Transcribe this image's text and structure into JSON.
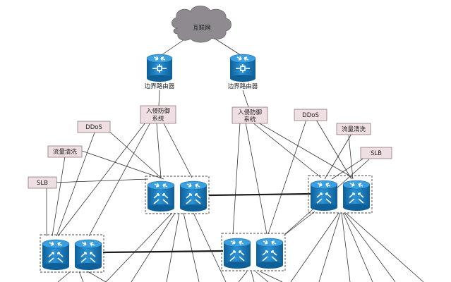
{
  "internet": {
    "label": "互联网",
    "color": "#8e8a8f"
  },
  "border_routers": [
    {
      "label": "边界路由器"
    },
    {
      "label": "边界路由器"
    }
  ],
  "ids_boxes": [
    {
      "line1": "入侵防御",
      "line2": "系统"
    },
    {
      "line1": "入侵防御",
      "line2": "系统"
    }
  ],
  "service_boxes": [
    {
      "label": "DDoS"
    },
    {
      "label": "流量清洗"
    },
    {
      "label": "SLB"
    },
    {
      "label": "DDoS"
    },
    {
      "label": "流量清洗"
    },
    {
      "label": "SLB"
    }
  ],
  "device_color": "#1a7fc1",
  "device_dark": "#0f5f98"
}
